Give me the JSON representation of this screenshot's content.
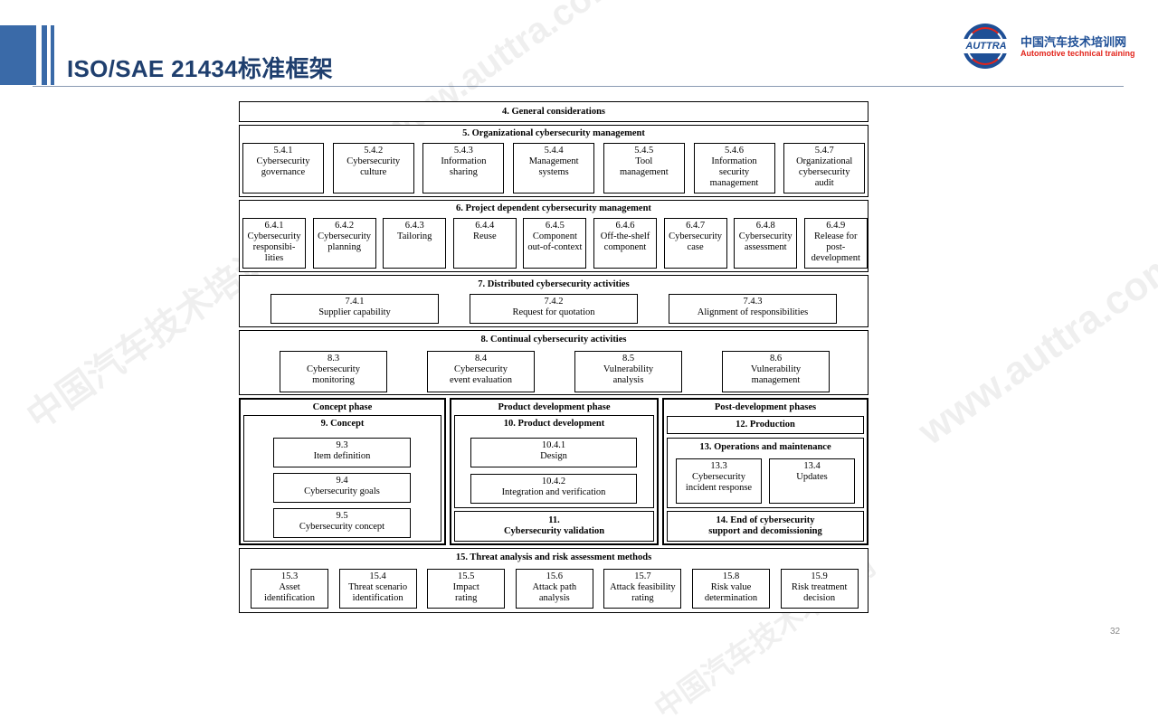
{
  "header": {
    "title": "ISO/SAE 21434标准框架",
    "logo_badge": "AUTTRA",
    "logo_cn": "中国汽车技术培训网",
    "logo_en": "Automotive technical training"
  },
  "page_number": "32",
  "watermark": {
    "url": "www.auttra.com",
    "cn": "中国汽车技术培训网"
  },
  "framework": {
    "general": "4. General considerations",
    "org": {
      "title": "5. Organizational cybersecurity management",
      "items": [
        {
          "num": "5.4.1",
          "lines": [
            "Cybersecurity",
            "governance"
          ]
        },
        {
          "num": "5.4.2",
          "lines": [
            "Cybersecurity",
            "culture"
          ]
        },
        {
          "num": "5.4.3",
          "lines": [
            "Information",
            "sharing"
          ]
        },
        {
          "num": "5.4.4",
          "lines": [
            "Management",
            "systems"
          ]
        },
        {
          "num": "5.4.5",
          "lines": [
            "Tool",
            "management"
          ]
        },
        {
          "num": "5.4.6",
          "lines": [
            "Information",
            "security",
            "management"
          ]
        },
        {
          "num": "5.4.7",
          "lines": [
            "Organizational",
            "cybersecurity",
            "audit"
          ]
        }
      ]
    },
    "project": {
      "title": "6. Project dependent cybersecurity management",
      "items": [
        {
          "num": "6.4.1",
          "lines": [
            "Cybersecurity",
            "responsibi-",
            "lities"
          ]
        },
        {
          "num": "6.4.2",
          "lines": [
            "Cybersecurity",
            "planning"
          ]
        },
        {
          "num": "6.4.3",
          "lines": [
            "Tailoring"
          ]
        },
        {
          "num": "6.4.4",
          "lines": [
            "Reuse"
          ]
        },
        {
          "num": "6.4.5",
          "lines": [
            "Component",
            "out-of-context"
          ]
        },
        {
          "num": "6.4.6",
          "lines": [
            "Off-the-shelf",
            "component"
          ]
        },
        {
          "num": "6.4.7",
          "lines": [
            "Cybersecurity",
            "case"
          ]
        },
        {
          "num": "6.4.8",
          "lines": [
            "Cybersecurity",
            "assessment"
          ]
        },
        {
          "num": "6.4.9",
          "lines": [
            "Release for",
            "post-",
            "development"
          ]
        }
      ]
    },
    "distributed": {
      "title": "7. Distributed cybersecurity activities",
      "items": [
        {
          "num": "7.4.1",
          "lines": [
            "Supplier capability"
          ]
        },
        {
          "num": "7.4.2",
          "lines": [
            "Request for quotation"
          ]
        },
        {
          "num": "7.4.3",
          "lines": [
            "Alignment of responsibilities"
          ]
        }
      ]
    },
    "continual": {
      "title": "8. Continual cybersecurity activities",
      "items": [
        {
          "num": "8.3",
          "lines": [
            "Cybersecurity",
            "monitoring"
          ]
        },
        {
          "num": "8.4",
          "lines": [
            "Cybersecurity",
            "event evaluation"
          ]
        },
        {
          "num": "8.5",
          "lines": [
            "Vulnerability",
            "analysis"
          ]
        },
        {
          "num": "8.6",
          "lines": [
            "Vulnerability",
            "management"
          ]
        }
      ]
    },
    "concept_phase": {
      "title": "Concept phase",
      "concept": {
        "title": "9. Concept",
        "items": [
          {
            "num": "9.3",
            "lines": [
              "Item definition"
            ]
          },
          {
            "num": "9.4",
            "lines": [
              "Cybersecurity goals"
            ]
          },
          {
            "num": "9.5",
            "lines": [
              "Cybersecurity concept"
            ]
          }
        ]
      }
    },
    "product_phase": {
      "title": "Product development phase",
      "development": {
        "title": "10. Product development",
        "items": [
          {
            "num": "10.4.1",
            "lines": [
              "Design"
            ]
          },
          {
            "num": "10.4.2",
            "lines": [
              "Integration and verification"
            ]
          }
        ]
      },
      "validation": [
        "11.",
        "Cybersecurity validation"
      ]
    },
    "post_phase": {
      "title": "Post-development phases",
      "production": "12. Production",
      "operations": {
        "title": "13. Operations and maintenance",
        "items": [
          {
            "num": "13.3",
            "lines": [
              "Cybersecurity",
              "incident response"
            ]
          },
          {
            "num": "13.4",
            "lines": [
              "Updates"
            ]
          }
        ]
      },
      "end": [
        "14. End of cybersecurity",
        "support and decomissioning"
      ]
    },
    "tara": {
      "title": "15. Threat analysis and risk assessment methods",
      "items": [
        {
          "num": "15.3",
          "lines": [
            "Asset",
            "identification"
          ]
        },
        {
          "num": "15.4",
          "lines": [
            "Threat scenario",
            "identification"
          ]
        },
        {
          "num": "15.5",
          "lines": [
            "Impact",
            "rating"
          ]
        },
        {
          "num": "15.6",
          "lines": [
            "Attack path",
            "analysis"
          ]
        },
        {
          "num": "15.7",
          "lines": [
            "Attack feasibility",
            "rating"
          ]
        },
        {
          "num": "15.8",
          "lines": [
            "Risk value",
            "determination"
          ]
        },
        {
          "num": "15.9",
          "lines": [
            "Risk treatment",
            "decision"
          ]
        }
      ]
    }
  }
}
